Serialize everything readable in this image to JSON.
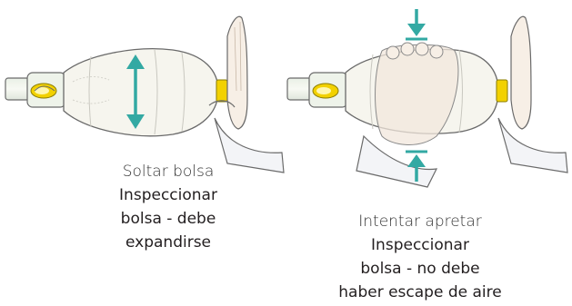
{
  "panels": [
    {
      "id": "release",
      "title": "Soltar bolsa",
      "instruction_lines": [
        "Inspeccionar",
        "bolsa - debe",
        "expandirse"
      ]
    },
    {
      "id": "squeeze",
      "title": "Intentar apretar",
      "instruction_lines": [
        "Inspeccionar",
        "bolsa - no debe",
        "haber escape de aire"
      ]
    }
  ],
  "colors": {
    "arrow": "#33a9a3",
    "valve_yellow": "#f2d100",
    "bag_fill": "#f6f5ee",
    "outline": "#6a6a6a",
    "skin": "#f7efe6",
    "sleeve": "#f3f4f7"
  }
}
